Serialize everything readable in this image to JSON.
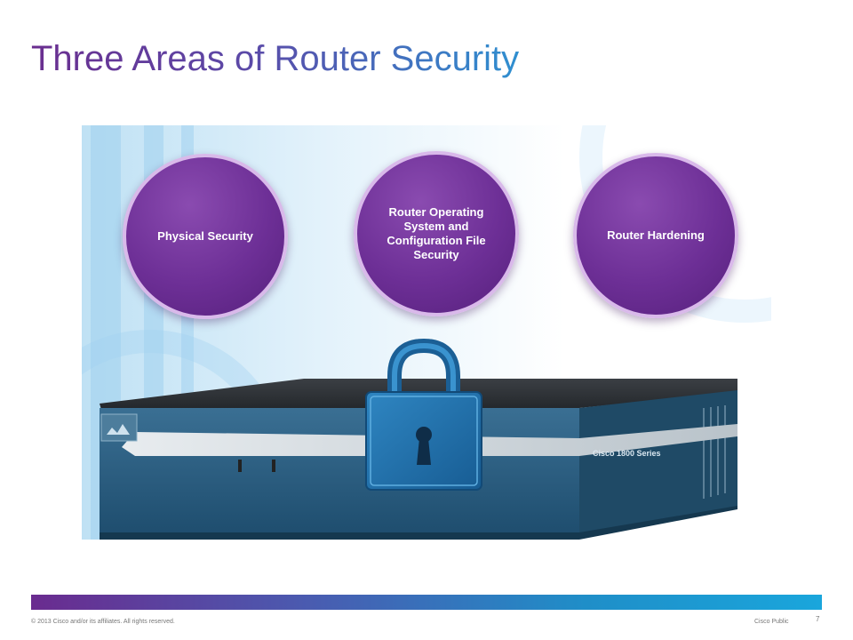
{
  "slide": {
    "title": "Three Areas of Router Security"
  },
  "areas": [
    {
      "label": "Physical Security"
    },
    {
      "label": "Router Operating System and Configuration File Security"
    },
    {
      "label": "Router Hardening"
    }
  ],
  "router": {
    "brand_label": "Cisco 1800 Series"
  },
  "footer": {
    "copyright": "© 2013 Cisco and/or its affiliates. All rights reserved.",
    "classification": "Cisco Public",
    "page_number": "7"
  },
  "colors": {
    "bubble_purple": "#6d2f96",
    "lock_blue": "#1f6da8",
    "router_blue": "#2a5d80"
  },
  "icons": [
    "padlock-icon",
    "router-image"
  ]
}
